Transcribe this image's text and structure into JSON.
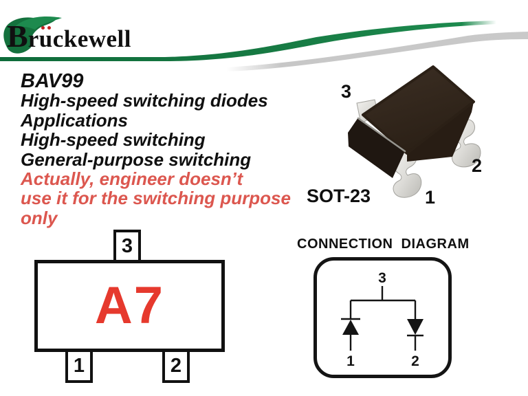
{
  "logo": {
    "full_name": "Brückewell",
    "letter_b": "B",
    "before_umlaut": "r",
    "u_letter": "u",
    "after_umlaut": "ckewell"
  },
  "colors": {
    "brand_green": "#177a43",
    "swoosh_gray": "#c7c7c7",
    "note_red": "#dc574f",
    "marking_red": "#e6392d",
    "package_body_brown": "#2e2218",
    "lead_gray": "#e2e1dd",
    "ink": "#141414"
  },
  "product": {
    "part_number": "BAV99",
    "description": "High-speed switching diodes",
    "applications_title": "Applications",
    "applications": [
      "High-speed switching",
      "General-purpose switching"
    ],
    "note_line1": "Actually, engineer doesn’t",
    "note_line2": "use it for the switching purpose only"
  },
  "package": {
    "name": "SOT-23",
    "pin1": "1",
    "pin2": "2",
    "pin3": "3"
  },
  "marking": {
    "code": "A7",
    "pin1": "1",
    "pin2": "2",
    "pin3": "3"
  },
  "connection": {
    "title": "CONNECTION  DIAGRAM",
    "pin1": "1",
    "pin2": "2",
    "pin3": "3"
  }
}
